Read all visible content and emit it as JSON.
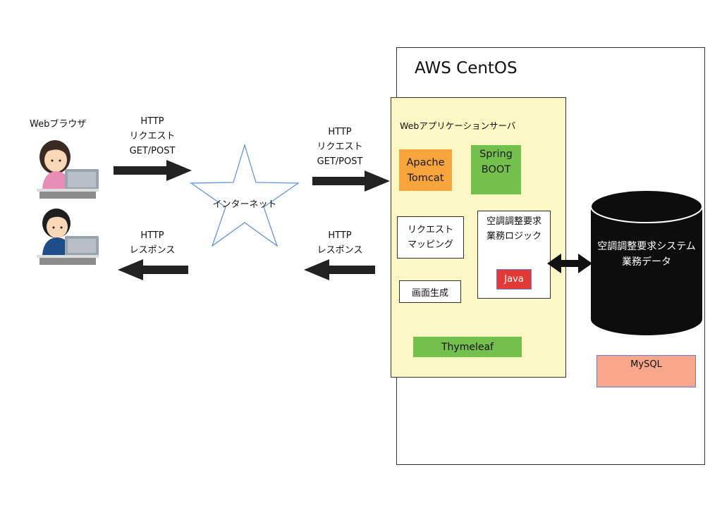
{
  "browser": {
    "label": "Webブラウザ"
  },
  "request_left": {
    "label": "HTTP\nリクエスト\nGET/POST"
  },
  "request_right": {
    "label": "HTTP\nリクエスト\nGET/POST"
  },
  "response_left": {
    "label": "HTTP\nレスポンス"
  },
  "response_right": {
    "label": "HTTP\nレスポンス"
  },
  "internet": {
    "label": "インターネット"
  },
  "server": {
    "title": "AWS CentOS",
    "app_server": {
      "title": "Webアプリケーションサーバ",
      "tomcat": "Apache\nTomcat",
      "spring": "Spring\nBOOT",
      "request_mapping": "リクエスト\nマッピング",
      "business_logic": "空調調整要求\n業務ロジック",
      "java": "Java",
      "render": "画面生成",
      "thymeleaf": "Thymeleaf"
    },
    "database": {
      "label": "空調調整要求システム\n業務データ",
      "engine": "MySQL"
    }
  },
  "colors": {
    "app_server_bg": "#fcf8c6",
    "tomcat": "#f7a43d",
    "spring": "#74c04c",
    "java": "#e23a34",
    "mysql": "#f8a78a",
    "star_outline": "#5b8fd6"
  }
}
